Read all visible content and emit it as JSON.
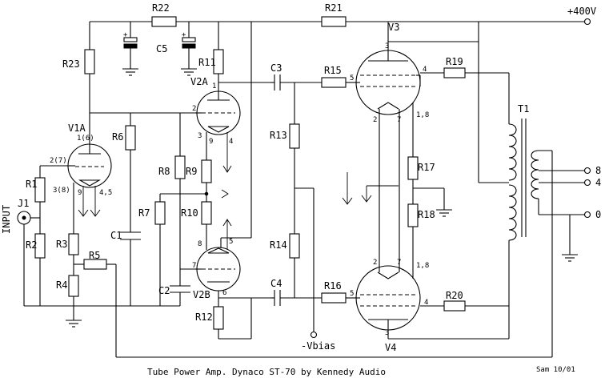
{
  "supply": "+400V",
  "vbias": "-Vbias",
  "input": "INPUT",
  "title": "Tube Power Amp. Dynaco ST-70 by Kennedy Audio",
  "credit": "Sam 10/01",
  "resistors": {
    "R1": "R1",
    "R2": "R2",
    "R3": "R3",
    "R4": "R4",
    "R5": "R5",
    "R6": "R6",
    "R7": "R7",
    "R8": "R8",
    "R9": "R9",
    "R10": "R10",
    "R11": "R11",
    "R12": "R12",
    "R13": "R13",
    "R14": "R14",
    "R15": "R15",
    "R16": "R16",
    "R17": "R17",
    "R18": "R18",
    "R19": "R19",
    "R20": "R20",
    "R21": "R21",
    "R22": "R22",
    "R23": "R23"
  },
  "capacitors": {
    "C1": "C1",
    "C2": "C2",
    "C3": "C3",
    "C4": "C4",
    "C5": "C5"
  },
  "tubes": {
    "V1A": "V1A",
    "V2A": "V2A",
    "V2B": "V2B",
    "V3": "V3",
    "V4": "V4"
  },
  "jack": "J1",
  "transformer": "T1",
  "taps": {
    "t8": "8",
    "t4": "4",
    "t0": "0"
  },
  "pins": {
    "v1a_plate": "1(6)",
    "v1a_grid": "2(7)",
    "v1a_cath": "3(8)",
    "v1a_h1": "9",
    "v1a_h2": "4,5",
    "v2a_plate": "1",
    "v2a_grid": "2",
    "v2a_cath": "3",
    "v2a_h1": "9",
    "v2a_h2": "4",
    "v2b_plate": "6",
    "v2b_grid": "7",
    "v2b_cath": "8",
    "v2b_h": "5",
    "v3_plate": "3",
    "v3_grid": "5",
    "v3_g2": "4",
    "v3_cath": "2",
    "v3_h1": "7",
    "v3_h2": "1,8",
    "v4_plate": "3",
    "v4_grid": "5",
    "v4_g2": "4",
    "v4_cath": "2",
    "v4_h1": "7",
    "v4_h2": "1,8"
  }
}
